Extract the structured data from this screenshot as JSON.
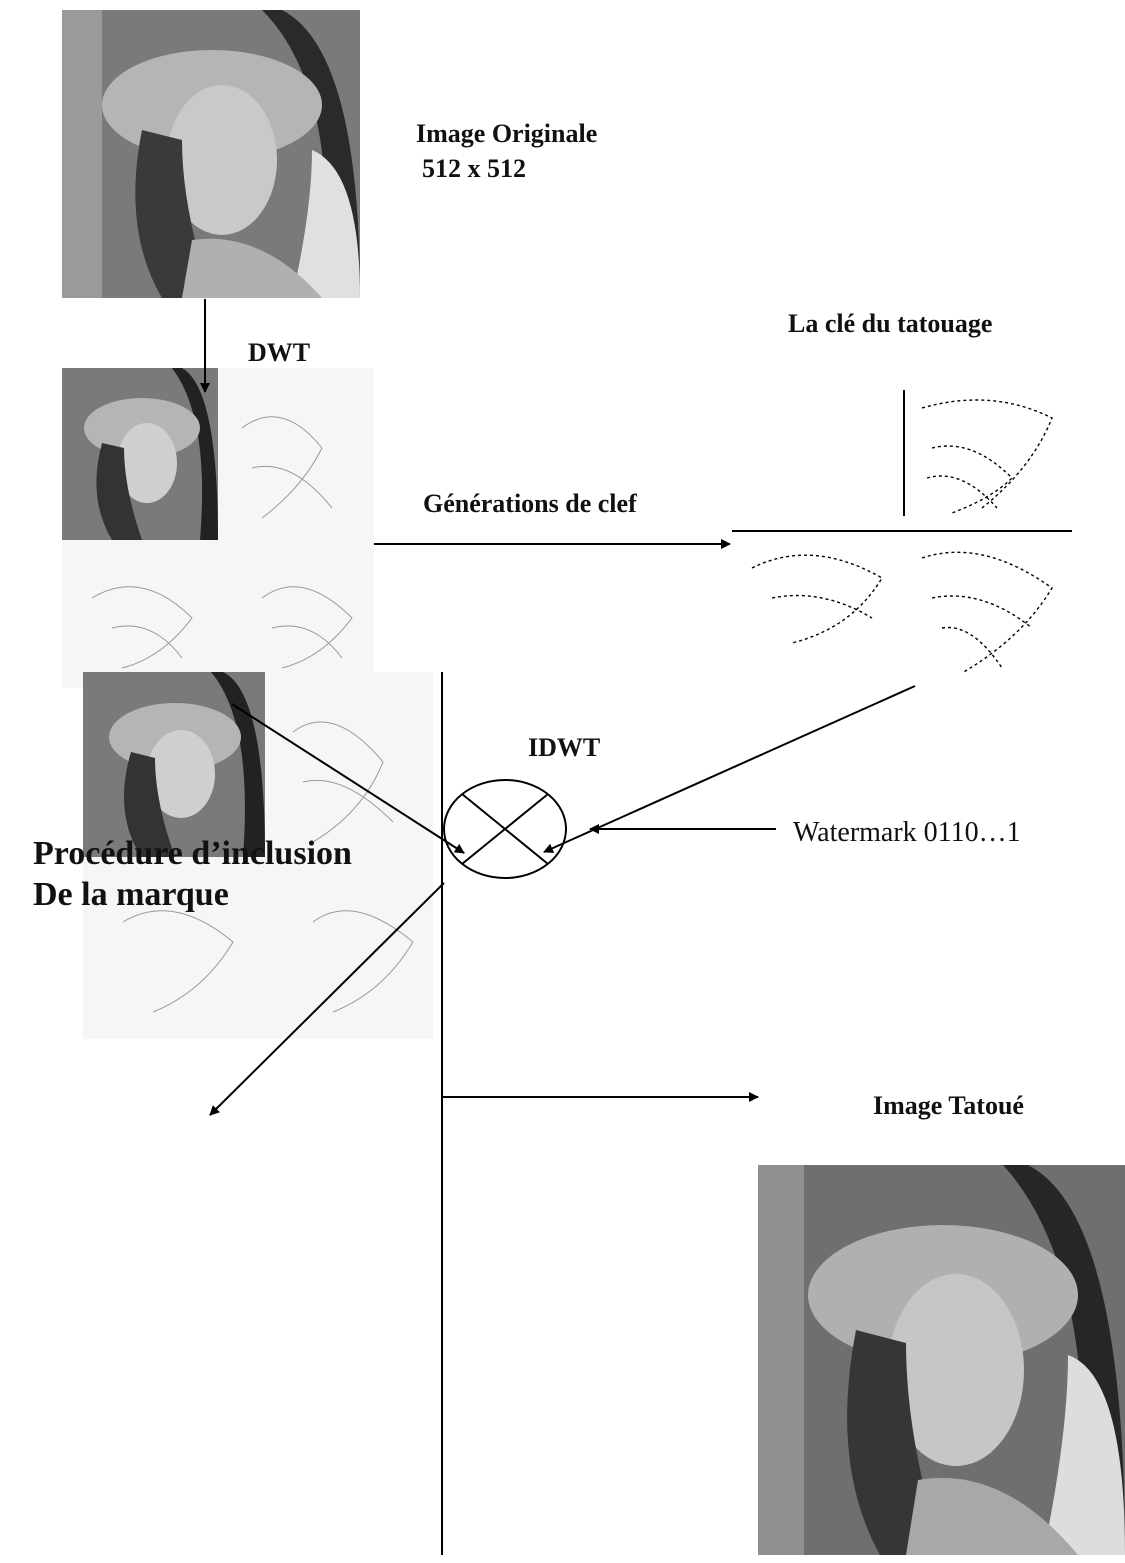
{
  "labels": {
    "original_title": "Image Originale",
    "original_size": "512 x 512",
    "dwt": "DWT",
    "key_title": "La clé du tatouage",
    "key_generation": "Générations de clef",
    "procedure_line1": "Procédure d’inclusion",
    "procedure_line2": "De la marque",
    "watermark": "Watermark 0110…1",
    "idwt": "IDWT",
    "watermarked_title": "Image Tatoué"
  },
  "colors": {
    "stroke": "#000000",
    "photo_dark": "#2b2b2b",
    "photo_mid": "#8a8a8a",
    "photo_light": "#d8d8d8"
  },
  "icons": {
    "multiplier": "circled-x-icon"
  }
}
